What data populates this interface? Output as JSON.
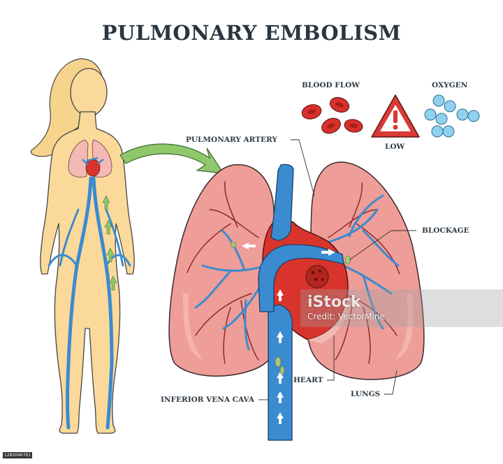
{
  "title": "PULMONARY EMBOLISM",
  "labels": {
    "pulmonary_artery": "PULMONARY ARTERY",
    "blood_flow": "BLOOD FLOW",
    "oxygen": "OXYGEN",
    "low": "LOW",
    "blockage": "BLOCKAGE",
    "heart": "HEART",
    "lungs": "LUNGS",
    "inferior_vena_cava": "INFERIOR VENA CAVA"
  },
  "watermark": {
    "brand": "iStock",
    "credit": "Credit: VectorMine"
  },
  "stock_id": "1282046761",
  "colors": {
    "skin": "#fbd99a",
    "hair": "#f7d48c",
    "lung": "#ef9d98",
    "lung_outline": "#3a2a2a",
    "vein_blue": "#3a8bd0",
    "heart_red": "#d9342b",
    "blood_cell": "#d8302b",
    "oxygen_bubble": "#8fd1ef",
    "arrow_green": "#8fc86a",
    "warning_red": "#d83a35"
  }
}
